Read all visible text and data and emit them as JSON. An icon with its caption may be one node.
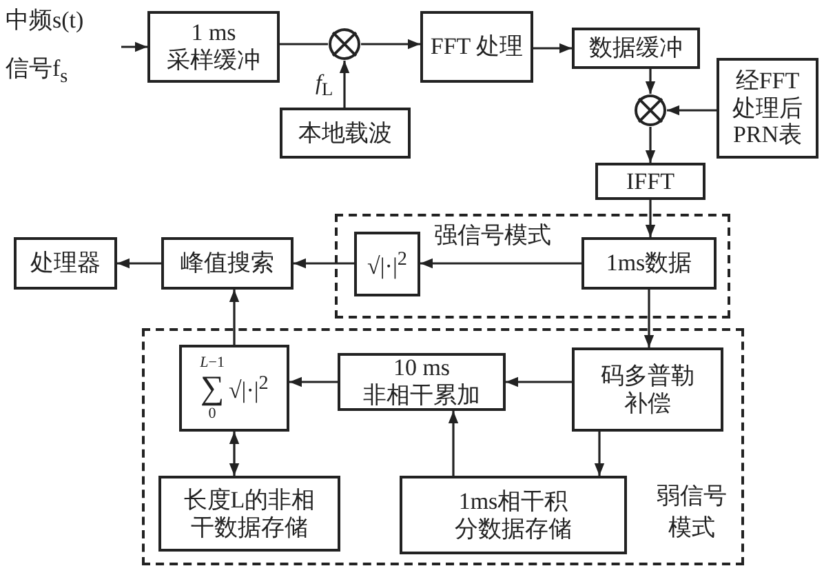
{
  "diagram": {
    "nodes": [
      {
        "text": [
          "中频s(t)",
          "信号f$_{s}$"
        ]
      },
      {
        "text": [
          "1 ms 采样缓冲"
        ]
      },
      {
        "text": [],
        "shape": "circle"
      },
      {
        "text": [
          "本地载波"
        ]
      },
      {
        "text": [
          "FFT 处理"
        ]
      },
      {
        "text": [
          "数据缓冲"
        ]
      },
      {
        "text": [],
        "shape": "circle"
      },
      {
        "text": [
          "经FFT处理后PRN表"
        ]
      },
      {
        "text": [
          "IFFT"
        ]
      },
      {
        "text": [
          "强信号模式"
        ]
      },
      {
        "text": [
          "√|·|$^{2}$"
        ],
        "in": 9
      },
      {
        "text": [
          "1ms数据"
        ],
        "in": 9
      },
      {
        "text": [
          "处理器"
        ]
      },
      {
        "text": [
          "峰值搜索"
        ]
      },
      {
        "text": [
          "弱信号模式"
        ]
      },
      {
        "text": [
          "*L*−1",
          "∑",
          "0",
          "√|·|$^{2}$"
        ],
        "in": 14
      },
      {
        "text": [
          "10 ms 非相干累加"
        ],
        "in": 14
      },
      {
        "text": [
          "码多普勒补偿"
        ],
        "in": 14
      },
      {
        "text": [
          "长度L的非相干数据存储"
        ],
        "in": 14
      },
      {
        "text": [
          "1ms相干积分数据存储"
        ],
        "in": 14
      }
    ],
    "edges": [
      {
        "from": 0,
        "to": 1,
        "arrow": "to"
      },
      {
        "from": 1,
        "to": 2,
        "arrow": "none"
      },
      {
        "from": 2,
        "to": 4,
        "arrow": "to"
      },
      {
        "from": 3,
        "to": 2,
        "arrow": "to",
        "label": "*f*$_{L}$"
      },
      {
        "from": 4,
        "to": 5,
        "arrow": "to"
      },
      {
        "from": 5,
        "to": 6,
        "arrow": "to"
      },
      {
        "from": 7,
        "to": 6,
        "arrow": "to"
      },
      {
        "from": 6,
        "to": 8,
        "arrow": "to"
      },
      {
        "from": 8,
        "to": 11,
        "arrow": "to"
      },
      {
        "from": 11,
        "to": 10,
        "arrow": "to"
      },
      {
        "from": 10,
        "to": 13,
        "arrow": "to"
      },
      {
        "from": 13,
        "to": 12,
        "arrow": "to"
      },
      {
        "from": 11,
        "to": 17,
        "arrow": "to"
      },
      {
        "from": 17,
        "to": 16,
        "arrow": "to"
      },
      {
        "from": 17,
        "to": 19,
        "arrow": "to"
      },
      {
        "from": 19,
        "to": 16,
        "arrow": "to"
      },
      {
        "from": 16,
        "to": 15,
        "arrow": "to"
      },
      {
        "from": 15,
        "to": 13,
        "arrow": "to"
      },
      {
        "from": 15,
        "to": 18,
        "arrow": "both"
      }
    ]
  }
}
